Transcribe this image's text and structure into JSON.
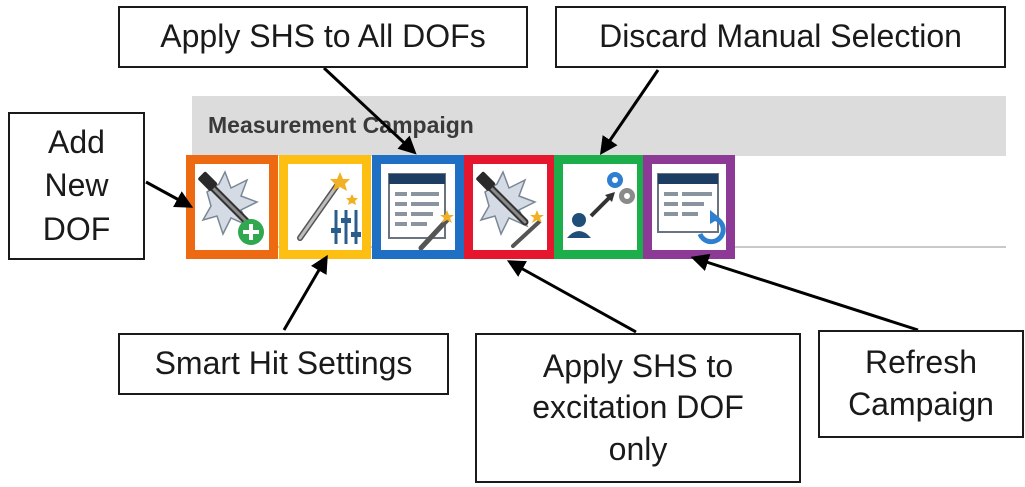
{
  "panel": {
    "title": "Measurement Campaign"
  },
  "toolbar": {
    "buttons": [
      {
        "id": "add-new-dof",
        "color": "#EE6A12",
        "icon": "hammer-plus-icon"
      },
      {
        "id": "smart-hit-settings",
        "color": "#FDC012",
        "icon": "wand-sliders-icon"
      },
      {
        "id": "apply-shs-all-dofs",
        "color": "#1F6FC4",
        "icon": "table-wand-icon"
      },
      {
        "id": "apply-shs-excitation-dof",
        "color": "#E5172E",
        "icon": "hammer-wand-icon"
      },
      {
        "id": "discard-manual-selection",
        "color": "#1DAE4C",
        "icon": "user-gears-icon"
      },
      {
        "id": "refresh-campaign",
        "color": "#8C3A96",
        "icon": "table-refresh-icon"
      }
    ]
  },
  "callouts": {
    "add_new_dof": {
      "line1": "Add",
      "line2": "New",
      "line3": "DOF"
    },
    "smart_hit_settings": "Smart Hit Settings",
    "apply_shs_all_dofs": "Apply SHS to All DOFs",
    "apply_shs_excitation": {
      "line1": "Apply SHS to",
      "line2": "excitation DOF",
      "line3": "only"
    },
    "discard_manual_selection": "Discard Manual Selection",
    "refresh_campaign": {
      "line1": "Refresh",
      "line2": "Campaign"
    }
  }
}
